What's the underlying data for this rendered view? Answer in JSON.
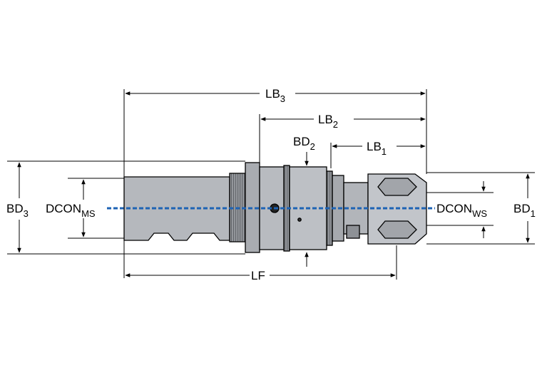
{
  "labels": {
    "lb3": {
      "main": "LB",
      "sub": "3"
    },
    "lb2": {
      "main": "LB",
      "sub": "2"
    },
    "lb1": {
      "main": "LB",
      "sub": "1"
    },
    "bd2": {
      "main": "BD",
      "sub": "2"
    },
    "bd3": {
      "main": "BD",
      "sub": "3"
    },
    "bd1": {
      "main": "BD",
      "sub": "1"
    },
    "dcon_ms": {
      "main": "DCON",
      "sub": "MS"
    },
    "dcon_ws": {
      "main": "DCON",
      "sub": "WS"
    },
    "lf": {
      "main": "LF",
      "sub": ""
    }
  },
  "colors": {
    "body": "#b0b3b8",
    "body_light": "#d0d2d6",
    "body_dark": "#7d8086",
    "outline": "#000000",
    "centerline": "#1e63b4",
    "dimension": "#000000"
  }
}
